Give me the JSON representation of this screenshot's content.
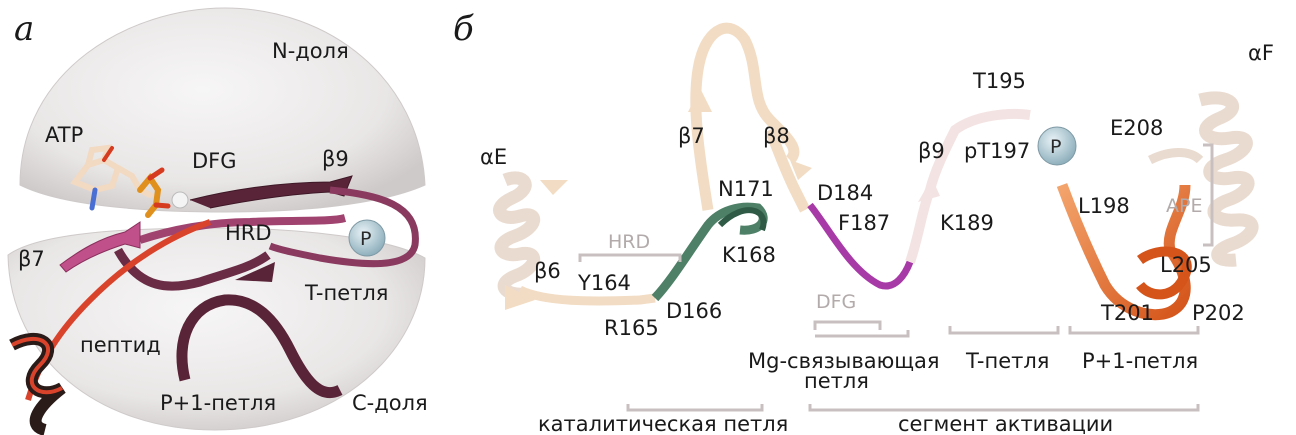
{
  "panel_a": {
    "letter": "a",
    "labels": {
      "n_lobe": "N-доля",
      "atp": "ATP",
      "dfg": "DFG",
      "beta9": "β9",
      "hrd": "HRD",
      "phospho": "P",
      "beta7": "β7",
      "t_loop": "T-петля",
      "peptide": "пептид",
      "p1_loop": "P+1-петля",
      "c_lobe": "C-доля"
    }
  },
  "panel_b": {
    "letter": "б",
    "labels": {
      "alpha_e": "αE",
      "beta7": "β7",
      "beta8": "β8",
      "t195": "T195",
      "alpha_f": "αF",
      "e208": "E208",
      "pt197": "pT197",
      "phospho": "P",
      "beta9": "β9",
      "n171": "N171",
      "d184": "D184",
      "f187": "F187",
      "k189": "K189",
      "l198": "L198",
      "ape": "APE",
      "hrd": "HRD",
      "k168": "K168",
      "beta6": "β6",
      "y164": "Y164",
      "l205": "L205",
      "r165": "R165",
      "d166": "D166",
      "dfg": "DFG",
      "t201": "T201",
      "p202": "P202",
      "mg_loop_line1": "Mg-связывающая",
      "mg_loop_line2": "петля",
      "t_loop": "T-петля",
      "p1_loop": "P+1-петля",
      "catalytic_loop": "каталитическая петля",
      "activation_segment": "сегмент активации"
    }
  },
  "colors": {
    "ribbon_pink": "#c0508a",
    "ribbon_dark": "#5a2438",
    "ribbon_red": "#d9432c",
    "ribbon_beige": "#f2dcc4",
    "ribbon_green": "#4d8066",
    "ribbon_purple": "#a83aa8",
    "ribbon_orange": "#e0631c",
    "phospho_ball": "#9fbcc8",
    "bracket_grey": "#c8c0c0"
  }
}
